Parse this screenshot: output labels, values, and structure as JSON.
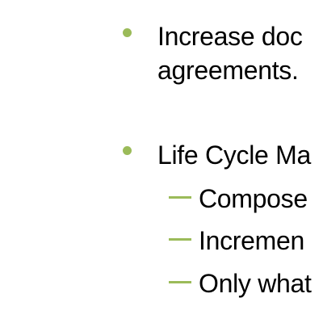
{
  "bullets": [
    {
      "line1": "Increase doc",
      "line2": "agreements."
    },
    {
      "line1": "Life Cycle Ma",
      "subitems": [
        {
          "text": "Compose"
        },
        {
          "text": "Incremen"
        },
        {
          "text": "Only what"
        }
      ]
    }
  ],
  "colors": {
    "accent": "#9bbb59",
    "text": "#000000",
    "background": "#ffffff"
  }
}
